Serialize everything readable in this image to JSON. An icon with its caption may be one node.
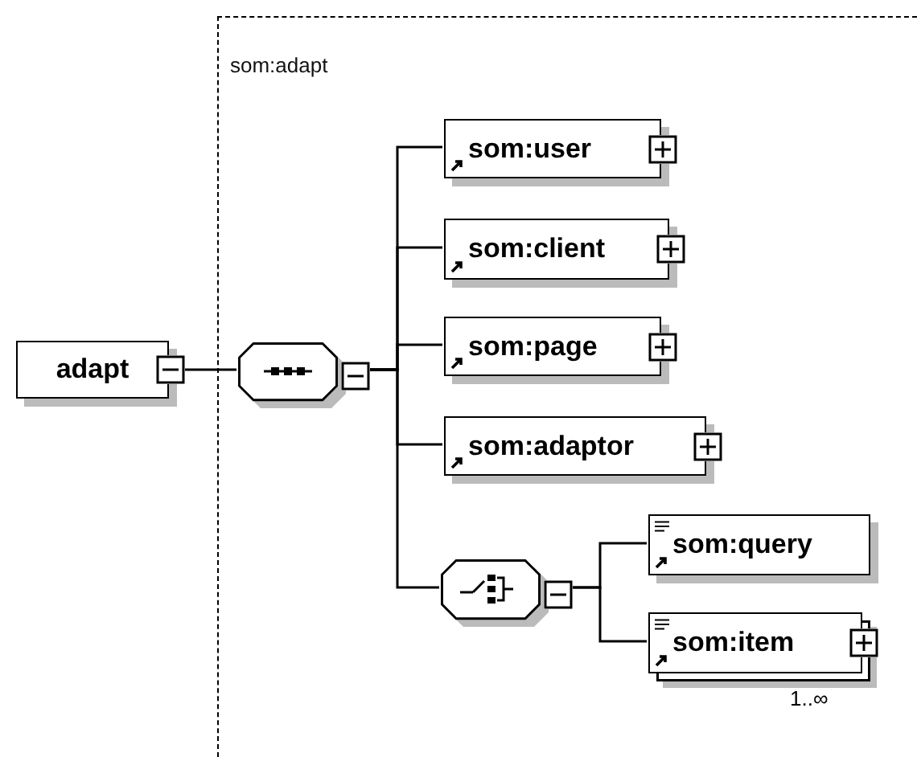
{
  "diagram": {
    "nodes": [
      {
        "text": [
          "som:adapt"
        ]
      },
      {
        "text": [
          "adapt"
        ]
      },
      {
        "text": [],
        "shape": "octagon",
        "in": 0
      },
      {
        "text": [
          "som:user"
        ],
        "in": 0
      },
      {
        "text": [
          "som:client"
        ],
        "in": 0
      },
      {
        "text": [
          "som:page"
        ],
        "in": 0
      },
      {
        "text": [
          "som:adaptor"
        ],
        "in": 0
      },
      {
        "text": [],
        "shape": "octagon",
        "in": 0
      },
      {
        "text": [
          "som:query"
        ],
        "in": 0
      },
      {
        "text": [
          "som:item"
        ],
        "in": 0,
        "beside": [
          "1..∞"
        ]
      }
    ],
    "edges": [
      {
        "from": 1,
        "to": 2,
        "arrow": "none"
      },
      {
        "from": 2,
        "to": 3,
        "arrow": "none"
      },
      {
        "from": 2,
        "to": 4,
        "arrow": "none"
      },
      {
        "from": 2,
        "to": 5,
        "arrow": "none"
      },
      {
        "from": 2,
        "to": 6,
        "arrow": "none"
      },
      {
        "from": 2,
        "to": 7,
        "arrow": "none"
      },
      {
        "from": 7,
        "to": 8,
        "arrow": "none"
      },
      {
        "from": 7,
        "to": 9,
        "arrow": "none"
      }
    ]
  }
}
